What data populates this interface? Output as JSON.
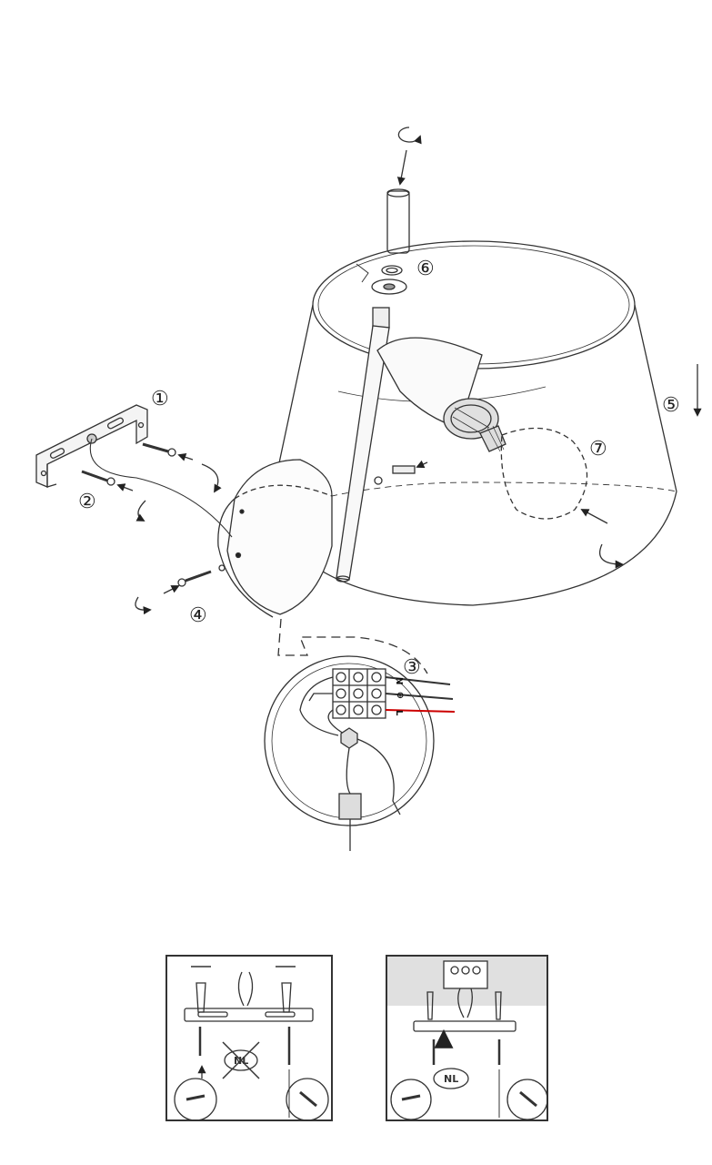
{
  "callouts": {
    "c1": "①",
    "c2": "②",
    "c3": "③",
    "c4": "④",
    "c5": "⑤",
    "c6": "⑥",
    "c7": "⑦"
  },
  "terminals": {
    "n": "N",
    "earth": "⊕",
    "l": "L"
  },
  "panels": {
    "left_badge": "NL",
    "right_badge": "NL"
  },
  "icons": {
    "rotate": "rotate-arrow-icon",
    "push": "push-arrow-icon",
    "prohibited": "prohibited-cross-icon"
  }
}
